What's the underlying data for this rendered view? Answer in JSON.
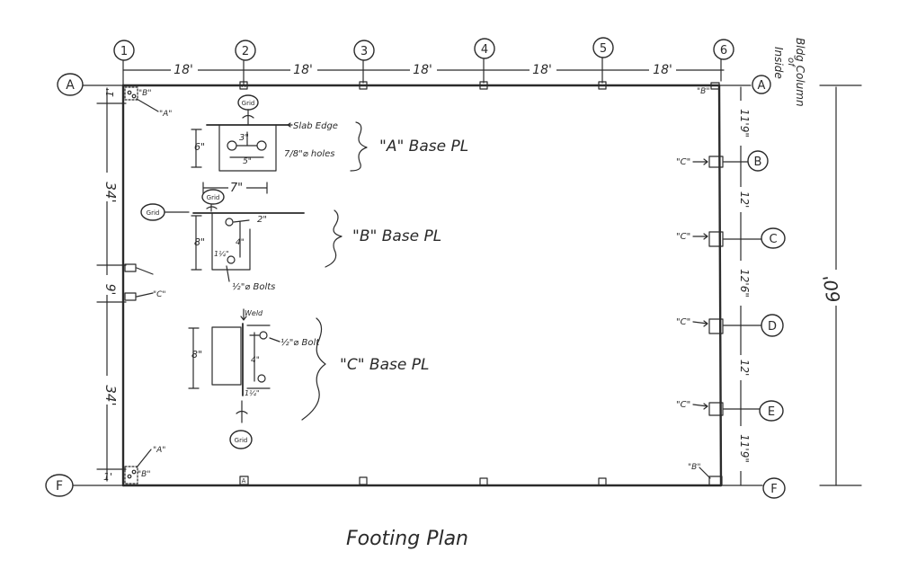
{
  "grid": {
    "columns": [
      "1",
      "2",
      "3",
      "4",
      "5",
      "6"
    ],
    "rows": [
      "A",
      "B",
      "C",
      "D",
      "E",
      "F"
    ]
  },
  "top_dims": [
    "18'",
    "18'",
    "18'",
    "18'",
    "18'"
  ],
  "left_dims": [
    "1'",
    "34'",
    "9'",
    "34'",
    "1'"
  ],
  "right_dims": [
    "11'9\"",
    "12'",
    "12'6\"",
    "12'",
    "11'9\""
  ],
  "overall_dim": "60'",
  "inside_note": [
    "Inside",
    "of",
    "Bldg Column"
  ],
  "corner_marks": {
    "top_left_a": "\"A\"",
    "top_left_b": "\"B\"",
    "bottom_left_a": "\"A\"",
    "bottom_left_b": "\"B\"",
    "top_right_b": "\"B\"",
    "bottom_right_b": "\"B\"",
    "left_mid_c": "\"C\""
  },
  "right_c_marks": [
    "\"C\"",
    "\"C\"",
    "\"C\"",
    "\"C\""
  ],
  "plate_a": {
    "title": "\"A\" Base PL",
    "grid": "Grid",
    "slab_edge": "Slab Edge",
    "holes": "7/8\"⌀ holes",
    "dim_h": "6\"",
    "dim_inner": "3\"",
    "dim_holes": "5\"",
    "dim_w": "7\""
  },
  "plate_b": {
    "title": "\"B\" Base PL",
    "grid": "Grid",
    "grid_side": "Grid",
    "dim_h": "8\"",
    "dim_top": "2\"",
    "dim_inner": "4\"",
    "dim_small": "1¼\"",
    "bolts": "½\"⌀ Bolts"
  },
  "plate_c": {
    "title": "\"C\" Base PL",
    "weld": "Weld",
    "dim_h": "8\"",
    "bolt": "½\"⌀ Bolt",
    "dim_inner": "4\"",
    "dim_small": "1¼\"",
    "grid": "Grid"
  },
  "title": "Footing Plan"
}
